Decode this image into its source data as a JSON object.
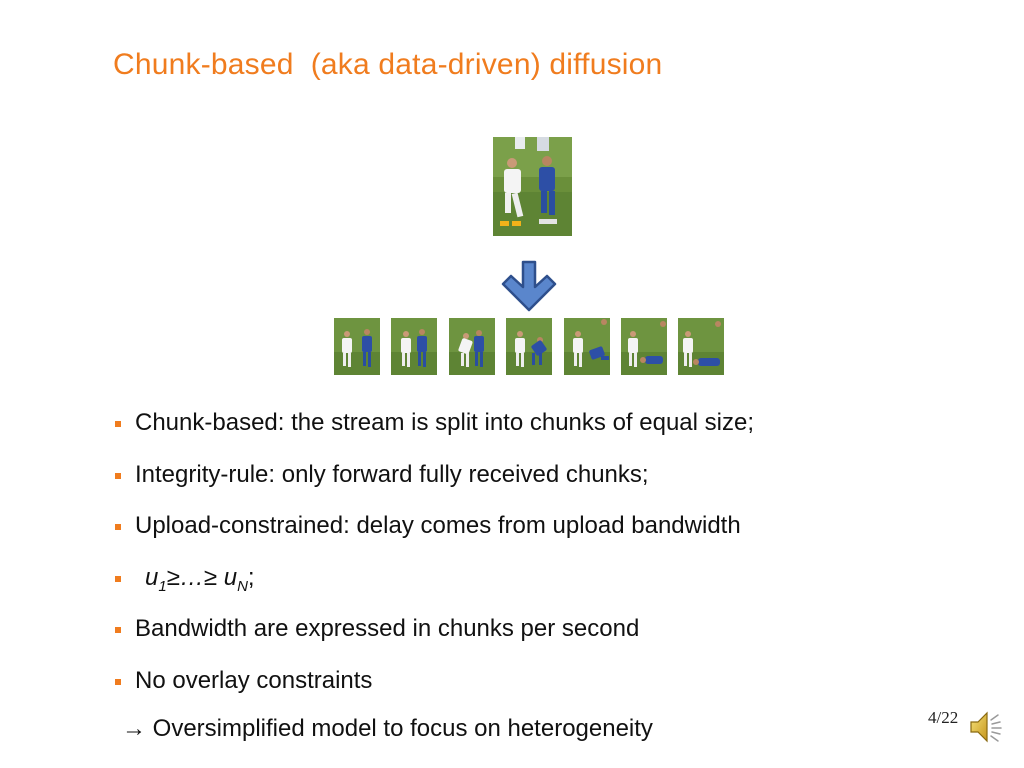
{
  "slide": {
    "title": "Chunk-based  (aka data-driven) diffusion",
    "bullets": [
      {
        "text": "Chunk-based: the stream is split into chunks of equal size;"
      },
      {
        "text": "Integrity-rule: only forward fully received chunks;"
      },
      {
        "text": "Upload-constrained: delay comes from upload bandwidth"
      },
      {
        "math": {
          "u1": "u",
          "sub1": "1",
          "ge1": "≥",
          "dots": "…",
          "ge2": "≥",
          "uN": "u",
          "subN": "N",
          "end": ";"
        }
      },
      {
        "text": "Bandwidth are expressed in chunks per second"
      },
      {
        "text": "No overlay constraints"
      }
    ],
    "conclusion": "→ Oversimplified model to focus on heterogeneity",
    "page_number": "4/22"
  },
  "colors": {
    "title": "#f07c1e",
    "bullet": "#f07c1e",
    "arrow_fill": "#5a86cc",
    "arrow_stroke": "#2e4f8c"
  },
  "icons": {
    "arrow": "down-arrow-icon",
    "speaker": "speaker-icon"
  },
  "images": {
    "main": "stream-photo",
    "frames": [
      "chunk-frame-1",
      "chunk-frame-2",
      "chunk-frame-3",
      "chunk-frame-4",
      "chunk-frame-5",
      "chunk-frame-6",
      "chunk-frame-7"
    ]
  }
}
